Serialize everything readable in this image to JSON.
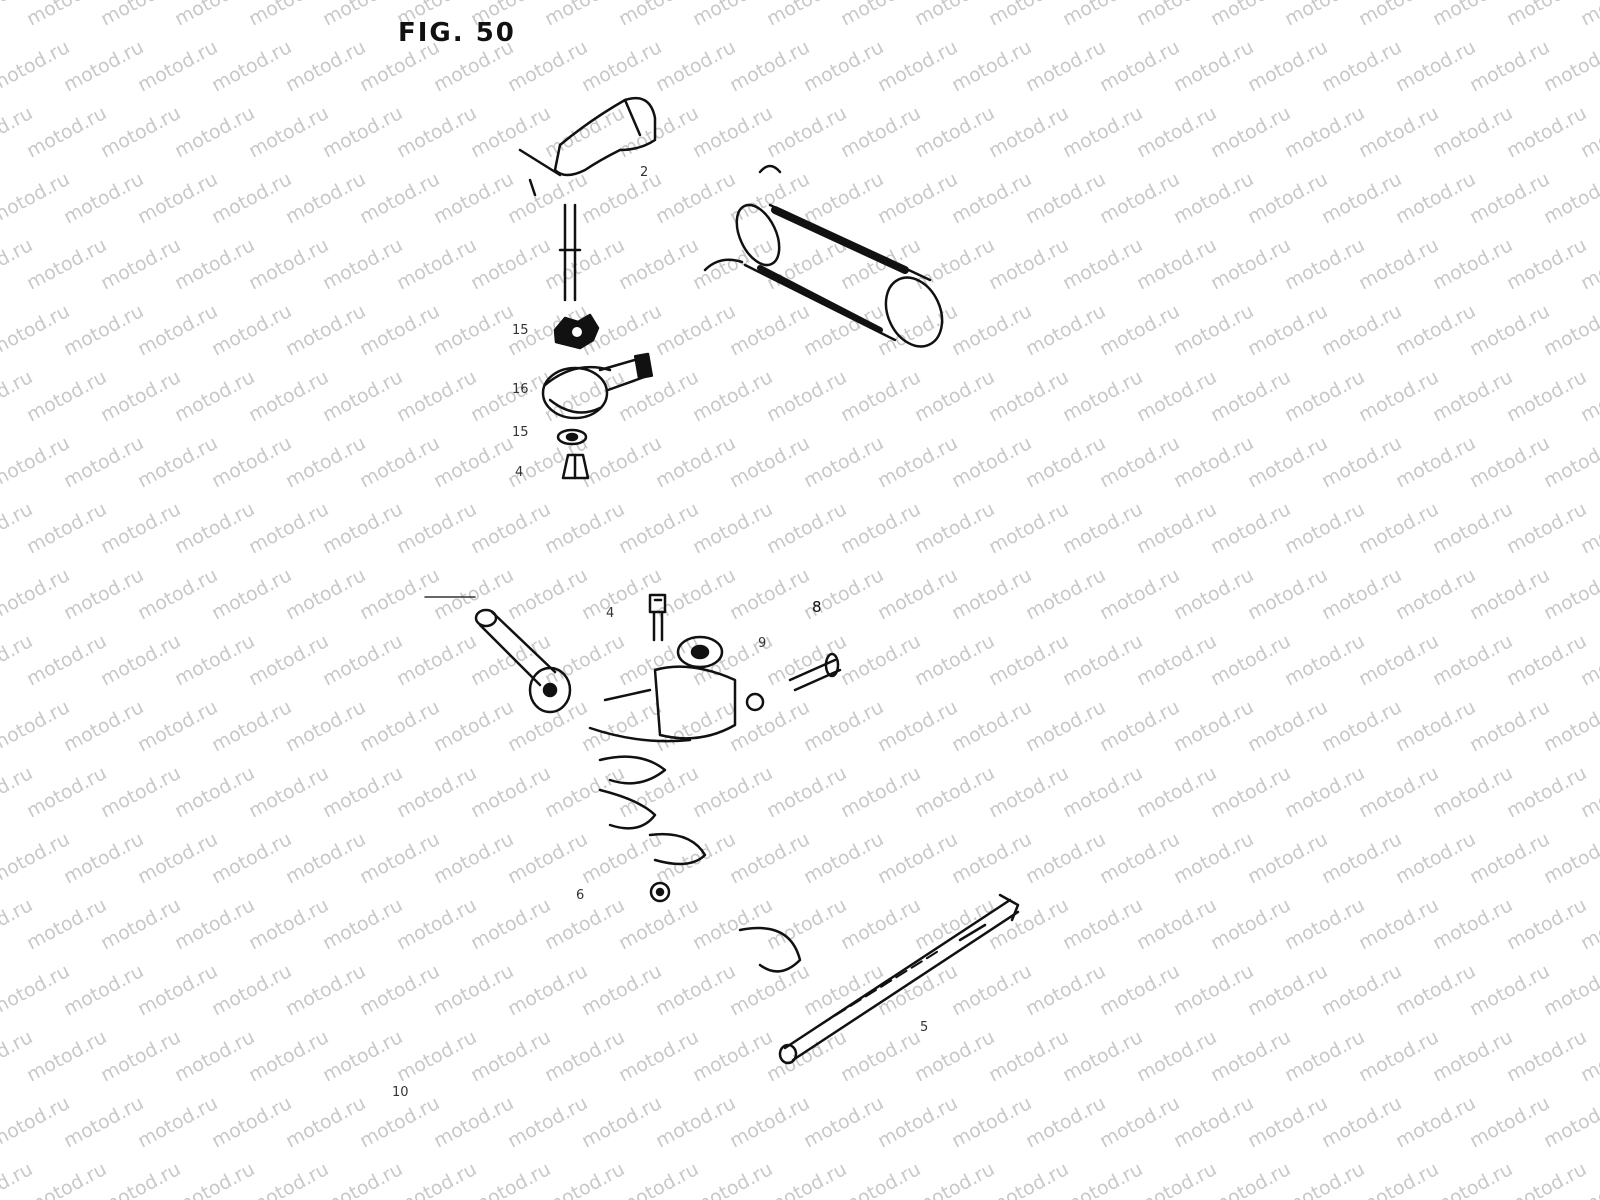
{
  "figure": {
    "title": "FIG. 50"
  },
  "watermark": {
    "text": "motod.ru",
    "color": "#c8c8c8"
  },
  "callouts": {
    "c2": "2",
    "c15": "15",
    "c16": "16",
    "c15b": "15",
    "c4a": "4",
    "c4b": "4",
    "c8": "8",
    "c9": "9",
    "c6": "6",
    "c10": "10",
    "c5": "5"
  },
  "icons": {
    "cap": "cap-icon",
    "stem": "stem-icon",
    "star_washer": "star-washer-icon",
    "clamp_body": "clamp-body-icon",
    "washer": "washer-icon",
    "nut": "nut-icon",
    "cylinder": "cylinder-icon",
    "pin": "pin-icon",
    "bolt": "bolt-icon",
    "housing": "housing-icon",
    "spring": "spring-icon",
    "rod": "rod-icon"
  }
}
